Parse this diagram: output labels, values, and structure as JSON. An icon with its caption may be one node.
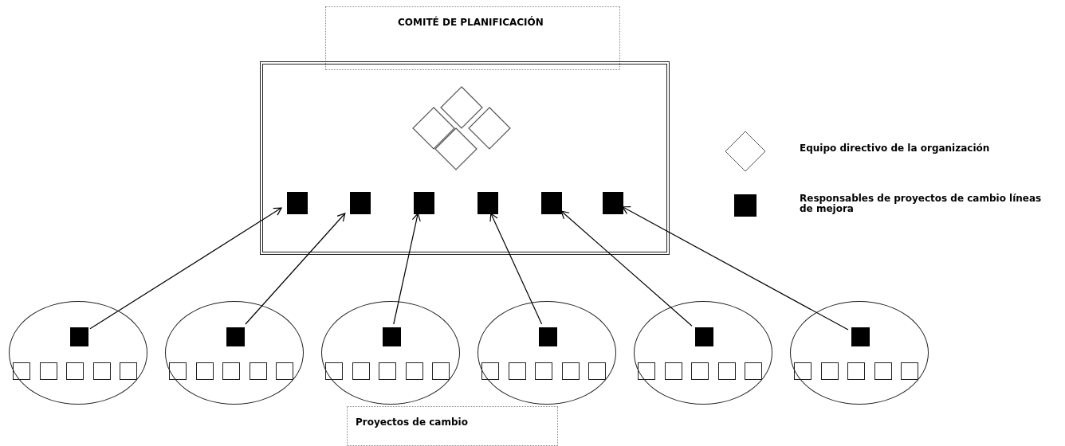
{
  "diagram": {
    "nodes": [
      {
        "text": [
          "COMITÉ DE PLANIFICACIÓN"
        ]
      },
      {
        "text": [],
        "shape": "box"
      },
      {
        "text": [],
        "shape": "box",
        "in": 1
      },
      {
        "text": [],
        "shape": "box",
        "in": 1
      },
      {
        "text": [],
        "shape": "box",
        "in": 1
      },
      {
        "text": [],
        "shape": "box",
        "in": 1
      },
      {
        "text": [],
        "shape": "box",
        "in": 1
      },
      {
        "text": [],
        "shape": "box",
        "in": 1
      },
      {
        "text": [],
        "shape": "ellipse"
      },
      {
        "text": [],
        "shape": "box",
        "in": 8
      },
      {
        "text": [],
        "shape": "ellipse"
      },
      {
        "text": [],
        "shape": "box",
        "in": 10
      },
      {
        "text": [],
        "shape": "ellipse"
      },
      {
        "text": [],
        "shape": "box",
        "in": 12
      },
      {
        "text": [],
        "shape": "ellipse"
      },
      {
        "text": [],
        "shape": "box",
        "in": 14
      },
      {
        "text": [],
        "shape": "ellipse"
      },
      {
        "text": [],
        "shape": "box",
        "in": 16
      },
      {
        "text": [],
        "shape": "ellipse"
      },
      {
        "text": [],
        "shape": "box",
        "in": 18
      },
      {
        "text": [
          "Proyectos de cambio"
        ]
      }
    ],
    "edges": [
      {
        "from": 9,
        "to": 2,
        "arrow": "to"
      },
      {
        "from": 11,
        "to": 3,
        "arrow": "to"
      },
      {
        "from": 13,
        "to": 4,
        "arrow": "to"
      },
      {
        "from": 15,
        "to": 5,
        "arrow": "to"
      },
      {
        "from": 17,
        "to": 6,
        "arrow": "to"
      },
      {
        "from": 19,
        "to": 7,
        "arrow": "to"
      }
    ],
    "legend": [
      {
        "text": "Equipo directivo de la organización"
      },
      {
        "text": "Responsables de proyectos de cambio líneas de mejora"
      }
    ]
  }
}
